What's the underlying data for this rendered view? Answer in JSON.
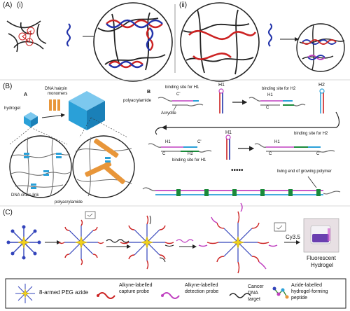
{
  "panel_a": {
    "label": "(A)",
    "sub_i": "(i)",
    "sub_ii": "(ii)"
  },
  "panel_b": {
    "label": "(B)",
    "sub_a": "A",
    "sub_b": "B",
    "hydrogel": "hydrogel",
    "dna_hairpin": "DNA hairpin",
    "monomers": "monomers",
    "dna_crosslink": "DNA cross-link",
    "polyacrylamide_left": "polyacrylamide",
    "polyacrylamide_mid": "polyacrylamide",
    "acrydite": "Acrydite",
    "binding_h1_top": "binding site for H1",
    "binding_h2_top": "binding site for H2",
    "binding_h2_right": "binding site for H2",
    "binding_h1_bottom": "binding site for H1",
    "living_end": "living end of growing polymer",
    "h1": "H1",
    "h2": "H2",
    "c": "C",
    "c_prime": "C'",
    "dots": "•••••"
  },
  "panel_c": {
    "label": "(C)",
    "dye": "Cy3.5",
    "product_line1": "Fluorescent",
    "product_line2": "Hydrogel",
    "legend": [
      {
        "icon": "star-icon",
        "text": "8-armed PEG azide"
      },
      {
        "icon": "capture-probe-icon",
        "text": "Alkyne-labelled capture probe"
      },
      {
        "icon": "detection-probe-icon",
        "text": "Alkyne-labelled detection probe"
      },
      {
        "icon": "dna-target-icon",
        "text": "Cancer DNA target"
      },
      {
        "icon": "peptide-icon",
        "text": "Azide-labelled hydrogel-forming peptide"
      }
    ]
  },
  "colors": {
    "dna_red": "#cc2222",
    "dna_blue": "#2233aa",
    "hydrogel_blue": "#2aa0d8",
    "hairpin_orange": "#e8963a",
    "peg_yellow": "#f0d020",
    "peg_blue": "#3344bb",
    "detection_magenta": "#c040c0"
  }
}
